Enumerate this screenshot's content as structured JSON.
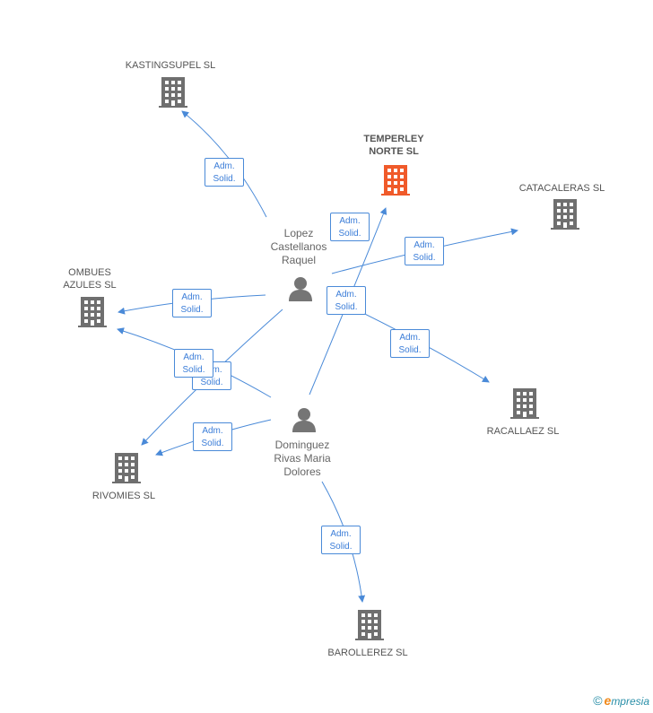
{
  "colors": {
    "edge": "#4a8ad8",
    "building": "#6f6f6f",
    "focus_building": "#f05a2a",
    "person": "#757575"
  },
  "companies": {
    "kastingsupel": "KASTINGSUPEL SL",
    "temperley": "TEMPERLEY NORTE SL",
    "catacaleras": "CATACALERAS SL",
    "ombues": "OMBUES AZULES SL",
    "racallaez": "RACALLAEZ SL",
    "rivomies": "RIVOMIES SL",
    "barollerez": "BAROLLEREZ SL"
  },
  "persons": {
    "lopez": "Lopez Castellanos Raquel",
    "dominguez": "Dominguez Rivas Maria Dolores"
  },
  "edge_label": {
    "line1": "Adm.",
    "line2": "Solid."
  },
  "watermark": {
    "copyright": "©",
    "brand_initial": "e",
    "brand_rest": "mpresia"
  }
}
